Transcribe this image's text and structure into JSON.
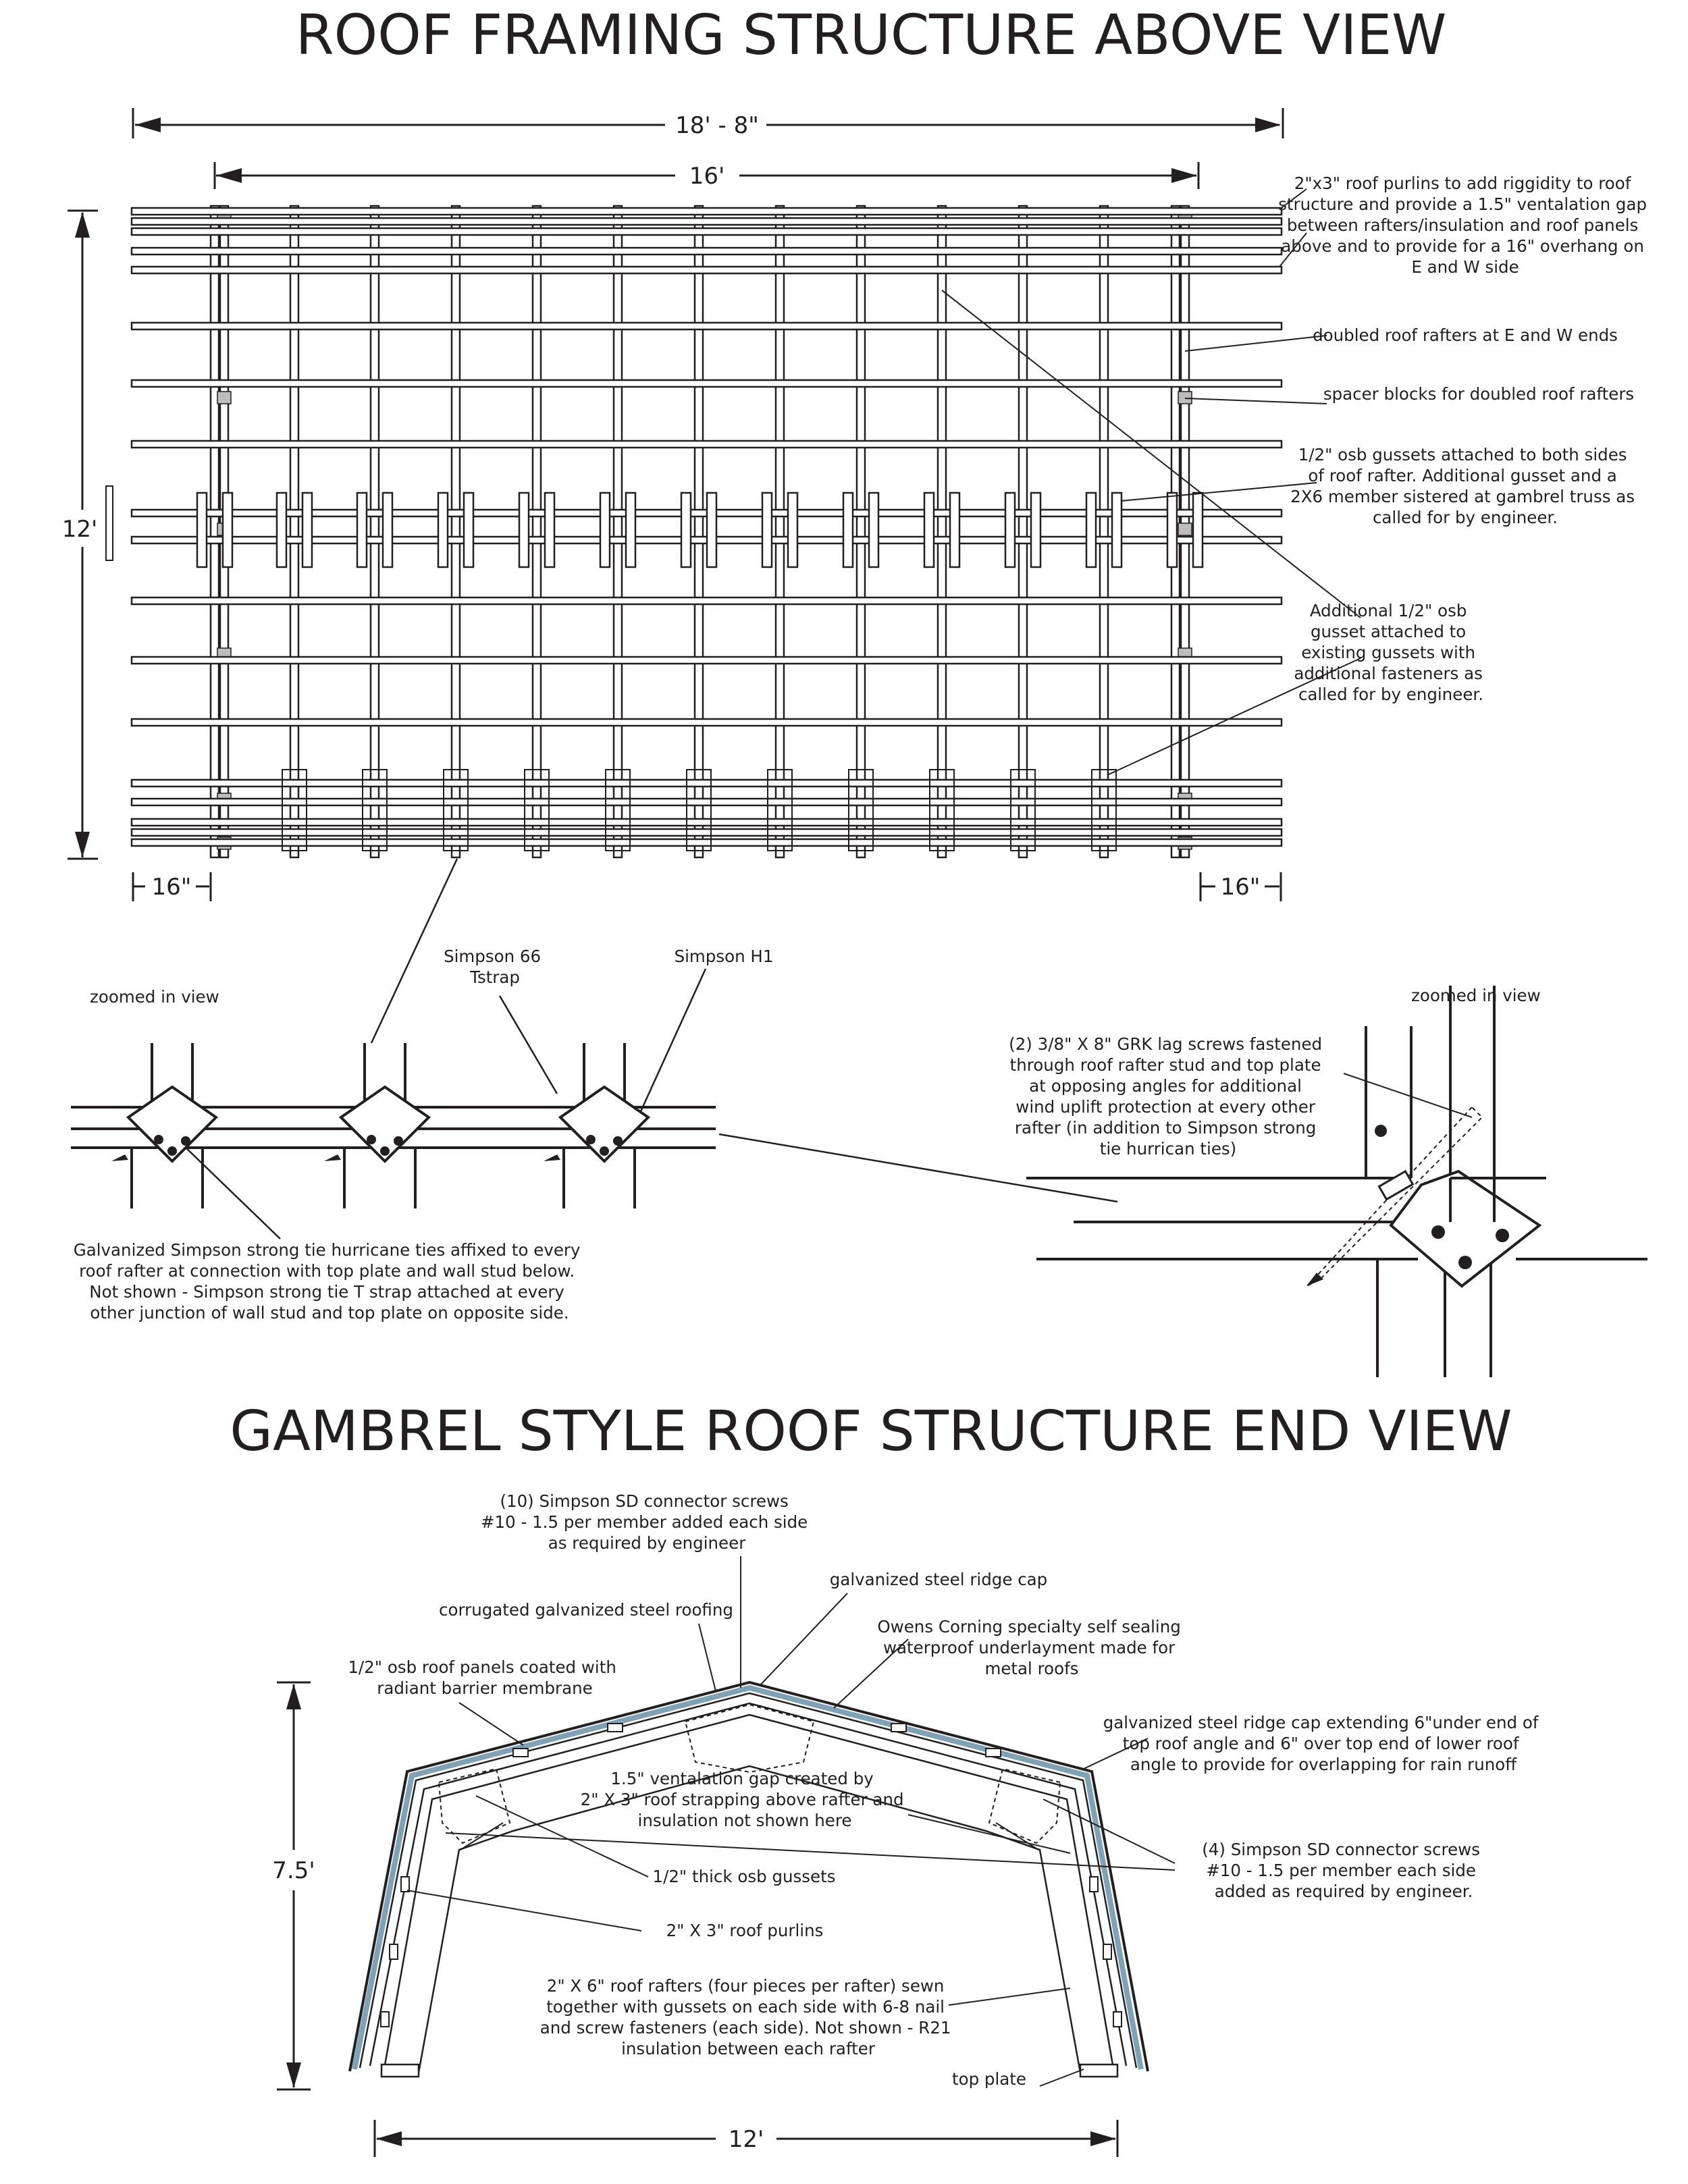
{
  "titles": {
    "top": "ROOF FRAMING STRUCTURE ABOVE VIEW",
    "bottom": "GAMBREL STYLE ROOF STRUCTURE END VIEW"
  },
  "plan": {
    "dims": {
      "overall_width": "18' - 8\"",
      "inner_width": "16'",
      "depth": "12'",
      "overhang_left": "16\"",
      "overhang_right": "16\""
    },
    "callouts": {
      "purlins": [
        "2\"x3\" roof purlins to add riggidity to roof",
        "structure and provide a 1.5\" ventalation gap",
        "between rafters/insulation and roof panels",
        "above and to provide for a 16\" overhang on",
        "E and W side"
      ],
      "doubled_rafters": [
        "doubled roof rafters at E and W ends"
      ],
      "spacer_blocks": [
        "spacer blocks for doubled roof rafters"
      ],
      "osb_gussets": [
        "1/2\" osb gussets attached to both sides",
        "of roof rafter. Additional gusset and a",
        "2X6 member sistered at gambrel truss as",
        "called for by engineer."
      ],
      "additional_gusset": [
        "Additional 1/2\" osb",
        "gusset attached to",
        "existing gussets with",
        "additional fasteners as",
        "called for by engineer."
      ]
    }
  },
  "details": {
    "left_label": "zoomed in view",
    "right_label": "zoomed in view",
    "tstrap": [
      "Simpson 66",
      "Tstrap"
    ],
    "h1": [
      "Simpson H1"
    ],
    "hurricane": [
      "Galvanized Simpson strong tie hurricane ties affixed to every",
      "roof rafter at connection with top plate and wall stud below.",
      "Not shown - Simpson strong tie T strap attached at every",
      "other junction of wall stud and top plate on opposite side."
    ],
    "lag_screws": [
      "(2) 3/8\" X 8\" GRK lag screws fastened",
      "through roof rafter stud and top plate",
      "at opposing angles for additional",
      "wind uplift protection at every other",
      "rafter (in addition to Simpson strong",
      "tie hurrican ties)"
    ]
  },
  "section": {
    "dims": {
      "height": "7.5'",
      "width": "12'"
    },
    "callouts": {
      "sd_screws_top": [
        "(10) Simpson SD connector screws",
        "#10 - 1.5 per member added each side",
        "as required by engineer"
      ],
      "ridge_cap": [
        "galvanized steel ridge cap"
      ],
      "corrugated": [
        "corrugated galvanized steel roofing"
      ],
      "owens": [
        "Owens Corning specialty self sealing",
        "waterproof underlayment made for",
        "metal roofs"
      ],
      "osb_panels": [
        "1/2\" osb roof panels coated with",
        "radiant barrier membrane"
      ],
      "ridge_cap_ext": [
        "galvanized steel ridge cap extending 6\"under end of",
        "top roof angle and 6\" over top end of lower roof",
        "angle to provide for overlapping for rain runoff"
      ],
      "vent_gap": [
        "1.5\" ventalation gap created by",
        "2\" X 3\" roof strapping above rafter and",
        "insulation not shown here"
      ],
      "sd_screws_side": [
        "(4) Simpson SD connector screws",
        "#10 - 1.5 per member each side",
        "added as required by engineer."
      ],
      "thick_gussets": [
        "1/2\" thick osb gussets"
      ],
      "purlins": [
        "2\" X 3\" roof purlins"
      ],
      "rafters": [
        "2\" X 6\" roof rafters (four pieces per rafter) sewn",
        "together with gussets on each side with 6-8 nail",
        "and screw fasteners (each side).  Not shown - R21",
        "insulation between each rafter"
      ],
      "top_plate": [
        "top plate"
      ]
    }
  },
  "colors": {
    "ink": "#231f20",
    "membrane": "#7fa3b5",
    "spacer": "#bdbdbd"
  }
}
